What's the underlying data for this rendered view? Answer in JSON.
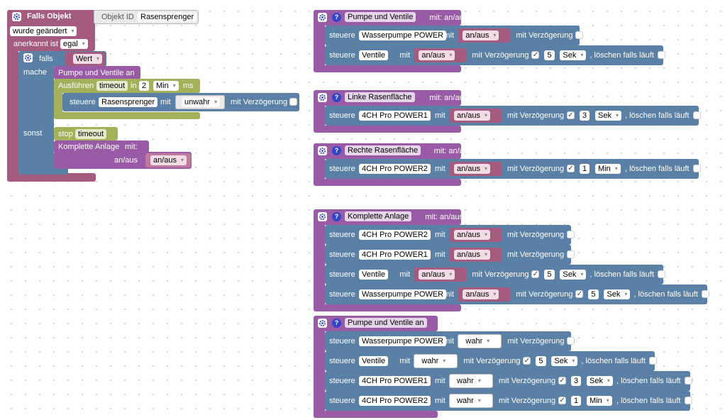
{
  "left_block": {
    "event_title": "Falls Objekt",
    "object_id_label": "Objekt ID",
    "object_id_value": "Rasensprenger",
    "trigger_value": "wurde geändert",
    "ack_label": "anerkannt ist",
    "ack_value": "egal",
    "if_label": "falls",
    "if_value": "Wert",
    "do_label": "mache",
    "call1": "Pumpe und Ventile an",
    "exec_label": "Ausführen",
    "timeout_var": "timeout",
    "in_label": "in",
    "delay_value": "2",
    "delay_unit": "Min",
    "ms_label": "ms",
    "steuere_label": "steuere",
    "steuere_target": "Rasensprenger",
    "mit_label": "mit",
    "steuere_value": "unwahr",
    "verzoegerung_label": "mit Verzögerung",
    "else_label": "sonst",
    "stop_label": "stop",
    "stop_var": "timeout",
    "call2": "Komplette Anlage",
    "call2_mit": "mit:",
    "call2_arg_label": "an/aus",
    "call2_arg_value": "an/aus"
  },
  "functions": [
    {
      "name": "Pumpe und Ventile",
      "params": "mit: an/aus",
      "rows": [
        {
          "device": "Wasserpumpe POWER",
          "value": "an/aus",
          "delay_checked": false,
          "num": "",
          "unit": "",
          "clear": ""
        },
        {
          "device": "Ventile",
          "value": "an/aus",
          "delay_checked": true,
          "num": "5",
          "unit": "Sek",
          "clear": ", löschen falls läuft"
        }
      ]
    },
    {
      "name": "Linke Rasenfläche",
      "params": "mit: an/aus",
      "rows": [
        {
          "device": "4CH Pro  POWER1",
          "value": "an/aus",
          "delay_checked": true,
          "num": "3",
          "unit": "Sek",
          "clear": ", löschen falls läuft"
        }
      ]
    },
    {
      "name": "Rechte Rasenfläche",
      "params": "mit: an/aus",
      "rows": [
        {
          "device": "4CH Pro  POWER2",
          "value": "an/aus",
          "delay_checked": true,
          "num": "1",
          "unit": "Min",
          "clear": ", löschen falls läuft"
        }
      ]
    },
    {
      "name": "Komplette Anlage",
      "params": "mit: an/aus",
      "rows": [
        {
          "device": "4CH Pro  POWER2",
          "value": "an/aus",
          "delay_checked": false,
          "num": "",
          "unit": "",
          "clear": ""
        },
        {
          "device": "4CH Pro  POWER1",
          "value": "an/aus",
          "delay_checked": false,
          "num": "",
          "unit": "",
          "clear": ""
        },
        {
          "device": "Ventile",
          "value": "an/aus",
          "delay_checked": true,
          "num": "5",
          "unit": "Sek",
          "clear": ", löschen falls läuft"
        },
        {
          "device": "Wasserpumpe POWER",
          "value": "an/aus",
          "delay_checked": true,
          "num": "5",
          "unit": "Sek",
          "clear": ", löschen falls läuft"
        }
      ]
    },
    {
      "name": "Pumpe und Ventile an",
      "params": "",
      "rows": [
        {
          "device": "Wasserpumpe POWER",
          "value": "wahr",
          "delay_checked": false,
          "num": "",
          "unit": "",
          "clear": ""
        },
        {
          "device": "Ventile",
          "value": "wahr",
          "delay_checked": true,
          "num": "5",
          "unit": "Sek",
          "clear": ", löschen falls läuft"
        },
        {
          "device": "4CH Pro  POWER1",
          "value": "wahr",
          "delay_checked": true,
          "num": "3",
          "unit": "Sek",
          "clear": ", löschen falls läuft"
        },
        {
          "device": "4CH Pro  POWER2",
          "value": "wahr",
          "delay_checked": true,
          "num": "1",
          "unit": "Min",
          "clear": ", löschen falls läuft"
        }
      ]
    }
  ],
  "common": {
    "steuere": "steuere",
    "mit": "mit",
    "mit_verzoegerung": "mit Verzögerung",
    "help": "?"
  },
  "colors": {
    "event": "#a55b80",
    "logic": "#5b80a5",
    "timer": "#a5b05b",
    "procedure": "#995ba5",
    "background": "#ffffff"
  }
}
